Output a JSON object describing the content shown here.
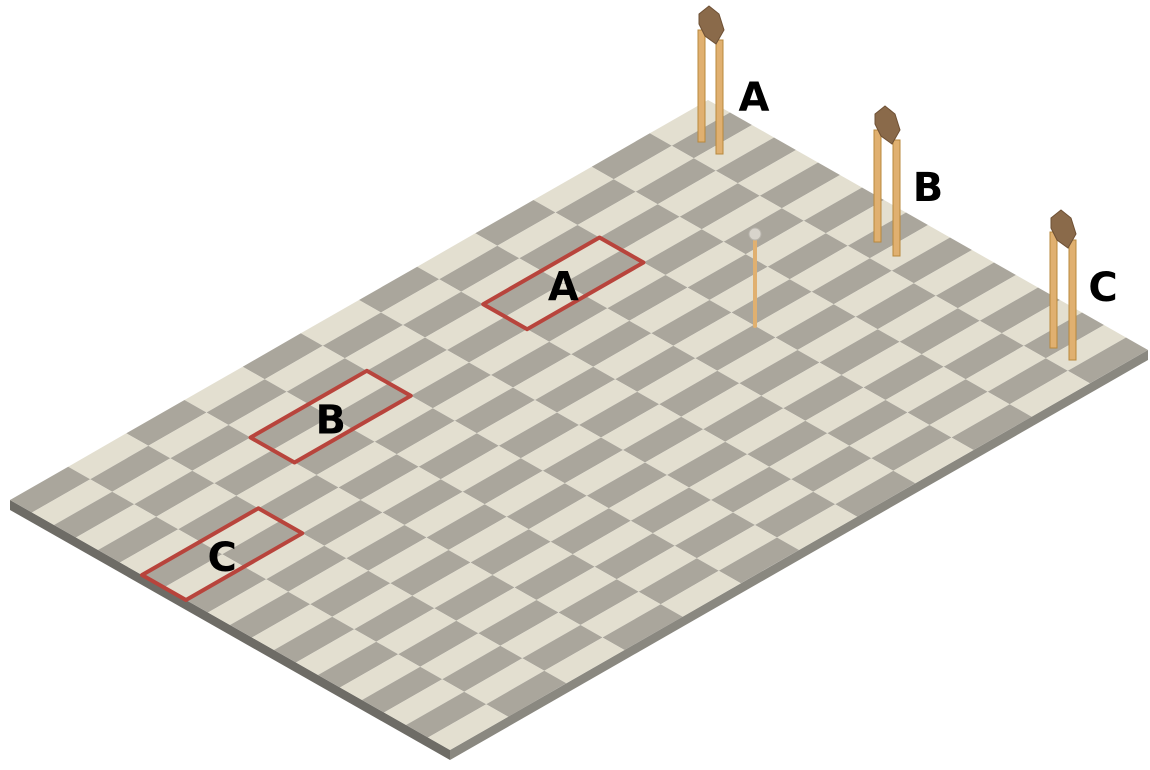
{
  "scene": {
    "rows": 12,
    "cols": 20,
    "tile_colors": {
      "light": "#e3dfd0",
      "dark": "#aaa69c"
    },
    "edge_colors": {
      "front": "#6e6c66",
      "right": "#8a8880"
    },
    "marker_color": "#b8443c",
    "pole_color": "#e0b070",
    "post_top_color": "#8a6a4a",
    "ball_color": "#d8d4cc"
  },
  "markers": [
    {
      "label": "A",
      "row": 3,
      "col": 3
    },
    {
      "label": "B",
      "row": 7,
      "col": 3
    },
    {
      "label": "C",
      "row": 10,
      "col": 6
    }
  ],
  "posts": [
    {
      "label": "A"
    },
    {
      "label": "B"
    },
    {
      "label": "C"
    }
  ]
}
